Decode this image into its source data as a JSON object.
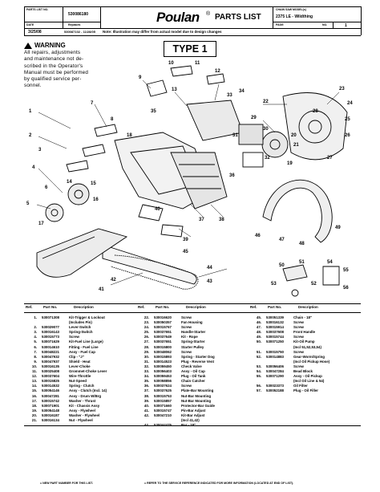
{
  "header": {
    "parts_list_no_label": "PARTS LIST NO.",
    "parts_list_no": "530086180",
    "date_label": "DATE",
    "date": "3/25/08",
    "replaces_label": "Replaces",
    "replaces": "530087102 - 11/28/05",
    "brand": "Poulan",
    "title": "PARTS LIST",
    "chainsaw_model_label": "CHAIN SAW MODEL(s)",
    "model": "2375 LE - Wildthing",
    "page_label": "PAGE",
    "no_label": "NO.",
    "page_no": "1",
    "note": "Note: Illustration may differ from actual model due to design changes"
  },
  "warning": {
    "title": "WARNING",
    "lines": [
      "All repairs, adjustments",
      "and maintenance not de-",
      "scribed in the Operator's",
      "Manual must be performed",
      "by qualified service per-",
      "sonnel."
    ]
  },
  "type_label": "TYPE 1",
  "diagram": {
    "callouts": [
      "1",
      "2",
      "3",
      "4",
      "5",
      "6",
      "7",
      "8",
      "9",
      "10",
      "11",
      "12",
      "13",
      "14",
      "15",
      "16",
      "17",
      "18",
      "19",
      "20",
      "21",
      "22",
      "23",
      "24",
      "25",
      "26",
      "27",
      "28",
      "29",
      "30",
      "31",
      "32",
      "33",
      "34",
      "35",
      "36",
      "37",
      "38",
      "39",
      "40",
      "41",
      "42",
      "43",
      "44",
      "45",
      "46",
      "47",
      "48",
      "49",
      "50",
      "51",
      "52",
      "53",
      "54",
      "55",
      "56"
    ]
  },
  "table": {
    "headers": [
      "Ref.",
      "Part No.",
      "Description"
    ],
    "columns": [
      [
        {
          "ref": "1.",
          "pn": "530071308",
          "desc": "Kit-Trigger & Lockout"
        },
        {
          "ref": "",
          "pn": "",
          "desc": "(Includes Pin)"
        },
        {
          "ref": "2.",
          "pn": "530029077",
          "desc": "Lever-Switch"
        },
        {
          "ref": "3.",
          "pn": "530016143",
          "desc": "Spring-Switch"
        },
        {
          "ref": "4.",
          "pn": "530015773",
          "desc": "Screw"
        },
        {
          "ref": "5.",
          "pn": "530071629",
          "desc": "Kit-Fuel Line (Large)"
        },
        {
          "ref": "6.",
          "pn": "530014610",
          "desc": "Fitting - Fuel Line"
        },
        {
          "ref": "7.",
          "pn": "530048221",
          "desc": "Assy - Fuel Cap"
        },
        {
          "ref": "8.",
          "pn": "530047932",
          "desc": "Clip - \"J\""
        },
        {
          "ref": "9.",
          "pn": "530047937",
          "desc": "Shield - Heat"
        },
        {
          "ref": "10.",
          "pn": "530016135",
          "desc": "Lever-Choke"
        },
        {
          "ref": "11.",
          "pn": "530025408",
          "desc": "Grommet-Choke Lever"
        },
        {
          "ref": "12.",
          "pn": "530037604",
          "desc": "Wire-Throttle"
        },
        {
          "ref": "13.",
          "pn": "530015825",
          "desc": "Nut-Speed"
        },
        {
          "ref": "14.",
          "pn": "530014532",
          "desc": "Spring - Clutch"
        },
        {
          "ref": "15.",
          "pn": "530054146",
          "desc": "Assy - Clutch (Incl. 14)"
        },
        {
          "ref": "16.",
          "pn": "530047281",
          "desc": "Assy - Drum W/Brg"
        },
        {
          "ref": "17.",
          "pn": "530015742",
          "desc": "Washer - Thrust"
        },
        {
          "ref": "18.",
          "pn": "530071901",
          "desc": "Kit - Chassis Assy"
        },
        {
          "ref": "19.",
          "pn": "530054148",
          "desc": "Assy - Flywheel"
        },
        {
          "ref": "20.",
          "pn": "530016187",
          "desc": "Washer - Flywheel"
        },
        {
          "ref": "21.",
          "pn": "530016134",
          "desc": "Nut - Flywheel"
        }
      ],
      [
        {
          "ref": "22.",
          "pn": "530016620",
          "desc": "Screw"
        },
        {
          "ref": "23.",
          "pn": "530050357",
          "desc": "Fan Housing"
        },
        {
          "ref": "24.",
          "pn": "530015767",
          "desc": "Screw"
        },
        {
          "ref": "25.",
          "pn": "530037651",
          "desc": "Handle-Starter"
        },
        {
          "ref": "26.",
          "pn": "530037649",
          "desc": "Kit - Rope"
        },
        {
          "ref": "27.",
          "pn": "530037651",
          "desc": "Spring-Starter"
        },
        {
          "ref": "28.",
          "pn": "530015800",
          "desc": "Starter Pulley"
        },
        {
          "ref": "29.",
          "pn": "530048062",
          "desc": "Screw"
        },
        {
          "ref": "30.",
          "pn": "530015893",
          "desc": "Spring - Starter Dog"
        },
        {
          "ref": "31.",
          "pn": "530014523",
          "desc": "Plug - Reverse Vent"
        },
        {
          "ref": "32.",
          "pn": "530059450",
          "desc": "Check Valve"
        },
        {
          "ref": "33.",
          "pn": "530056403",
          "desc": "Assy - Oil Cap"
        },
        {
          "ref": "34.",
          "pn": "530059453",
          "desc": "Plug - Oil Tank"
        },
        {
          "ref": "35.",
          "pn": "530058856",
          "desc": "Chain Catcher"
        },
        {
          "ref": "36.",
          "pn": "530037624",
          "desc": "Screw"
        },
        {
          "ref": "37.",
          "pn": "530037625",
          "desc": "Plate-Bar Mounting"
        },
        {
          "ref": "38.",
          "pn": "530015753",
          "desc": "Nut-Bar Mounting"
        },
        {
          "ref": "39.",
          "pn": "530015857",
          "desc": "Nut-Bar Mounting"
        },
        {
          "ref": "40.",
          "pn": "530071660",
          "desc": "Protector-Bar Guide"
        },
        {
          "ref": "41.",
          "pn": "530015747",
          "desc": "Pin-Bar Adjust"
        },
        {
          "ref": "42.",
          "pn": "530047210",
          "desc": "Kit-Bar Adjust"
        },
        {
          "ref": "",
          "pn": "",
          "desc": "(Incl 41,42)"
        },
        {
          "ref": "44.",
          "pn": "530044475",
          "desc": "Bar - 18\""
        }
      ],
      [
        {
          "ref": "45.",
          "pn": "530051339",
          "desc": "Chain - 18\""
        },
        {
          "ref": "46.",
          "pn": "530016132",
          "desc": "Screw"
        },
        {
          "ref": "47.",
          "pn": "530015914",
          "desc": "Screw"
        },
        {
          "ref": "48.",
          "pn": "530037608",
          "desc": "Front Handle"
        },
        {
          "ref": "49.",
          "pn": "530015744",
          "desc": "Screw"
        },
        {
          "ref": "50.",
          "pn": "530071250",
          "desc": "Kit-Oil Pump"
        },
        {
          "ref": "",
          "pn": "",
          "desc": "(Incl 51,52,53,54)"
        },
        {
          "ref": "51.",
          "pn": "530015750",
          "desc": "Screw"
        },
        {
          "ref": "52.",
          "pn": "530014883",
          "desc": "Gear-Worm/Spring"
        },
        {
          "ref": "",
          "pn": "",
          "desc": "(Incl Oil Pickup Hose)"
        },
        {
          "ref": "53.",
          "pn": "530056406",
          "desc": "Screw"
        },
        {
          "ref": "54.",
          "pn": "530047284",
          "desc": "Bead Block"
        },
        {
          "ref": "55.",
          "pn": "530071290",
          "desc": "Assy - Oil Pickup"
        },
        {
          "ref": "",
          "pn": "",
          "desc": "(Incl Oil Line & 54)"
        },
        {
          "ref": "56.",
          "pn": "530023373",
          "desc": "Oil Filter"
        },
        {
          "ref": "57.",
          "pn": "530052188",
          "desc": "Plug - Oil Filler"
        }
      ]
    ]
  },
  "footer": {
    "left": "= NEW PART NUMBER FOR THIS LIST.",
    "right": "= REFER TO THE SERVICE REFERENCE INDICATED FOR MORE INFORMATION (LOCATED AT END OF LIST)."
  }
}
